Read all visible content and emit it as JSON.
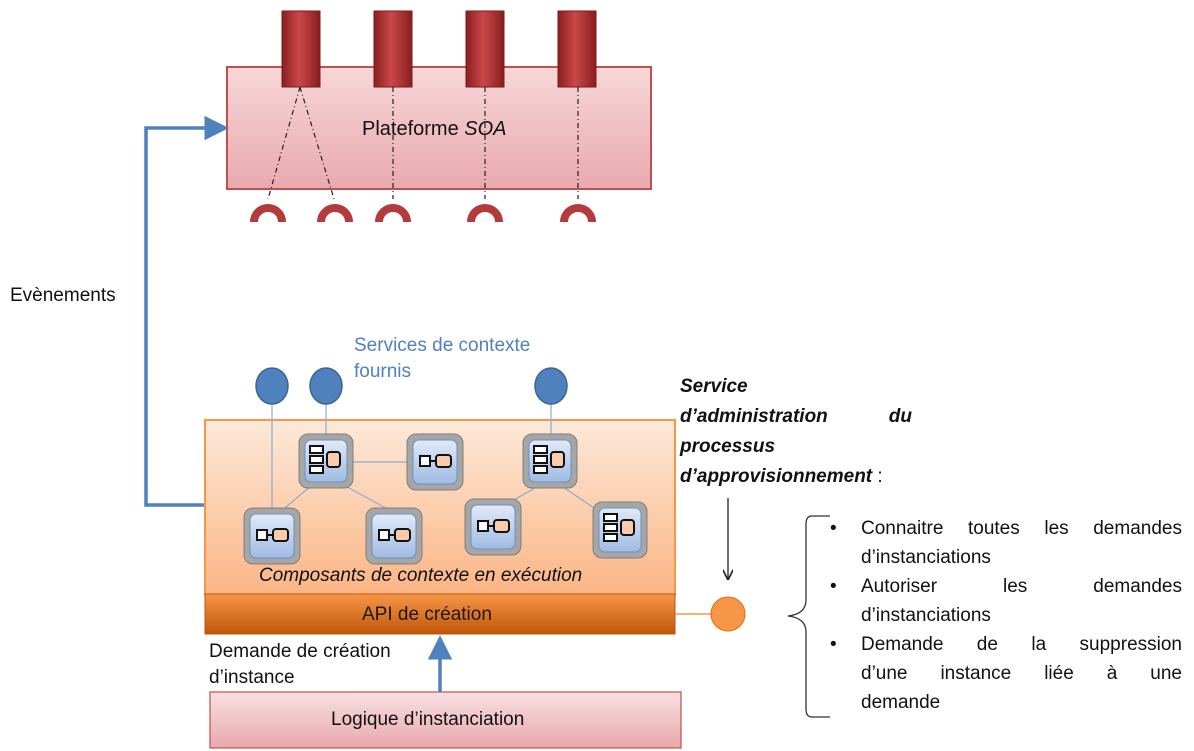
{
  "platform": {
    "label_prefix": "Plateforme ",
    "label_italic": "SOA"
  },
  "events_label": "Evènements",
  "context_services": {
    "line1": "Services de contexte",
    "line2": "fournis"
  },
  "components_label": "Composants de contexte en exécution",
  "api_label": "API de création",
  "request_label": {
    "line1": "Demande de création",
    "line2": "d’instance"
  },
  "instantiation_logic_label": "Logique d’instanciation",
  "admin_service": {
    "line1": "Service",
    "line2_words": [
      "d’administration",
      "du"
    ],
    "line3": "processus",
    "line4": "d’approvisionnement",
    "colon": " :"
  },
  "bullet_symbol": "•",
  "bullets": [
    {
      "lines": [
        [
          "Connaitre",
          "toutes",
          "les",
          "demandes"
        ],
        [
          "d’instanciations"
        ]
      ]
    },
    {
      "lines": [
        [
          "Autoriser",
          "les",
          "demandes"
        ],
        [
          "d’instanciations"
        ]
      ]
    },
    {
      "lines": [
        [
          "Demande",
          "de",
          "la",
          "suppression"
        ],
        [
          "d’une",
          "instance",
          "liée",
          "à",
          "une"
        ],
        [
          "demande"
        ]
      ]
    }
  ],
  "colors": {
    "soa_fill": "#f2c4c8",
    "soa_border": "#c0504d",
    "port_fill": "#b33b3b",
    "events_arrow": "#4f81bd",
    "runtime_fill": "#fcd5b4",
    "runtime_border": "#f79646",
    "api_bar": "#e46c0a",
    "service_circle": "#4f81bd",
    "admin_circle": "#f79646",
    "logic_fill": "#f2c4c8"
  }
}
